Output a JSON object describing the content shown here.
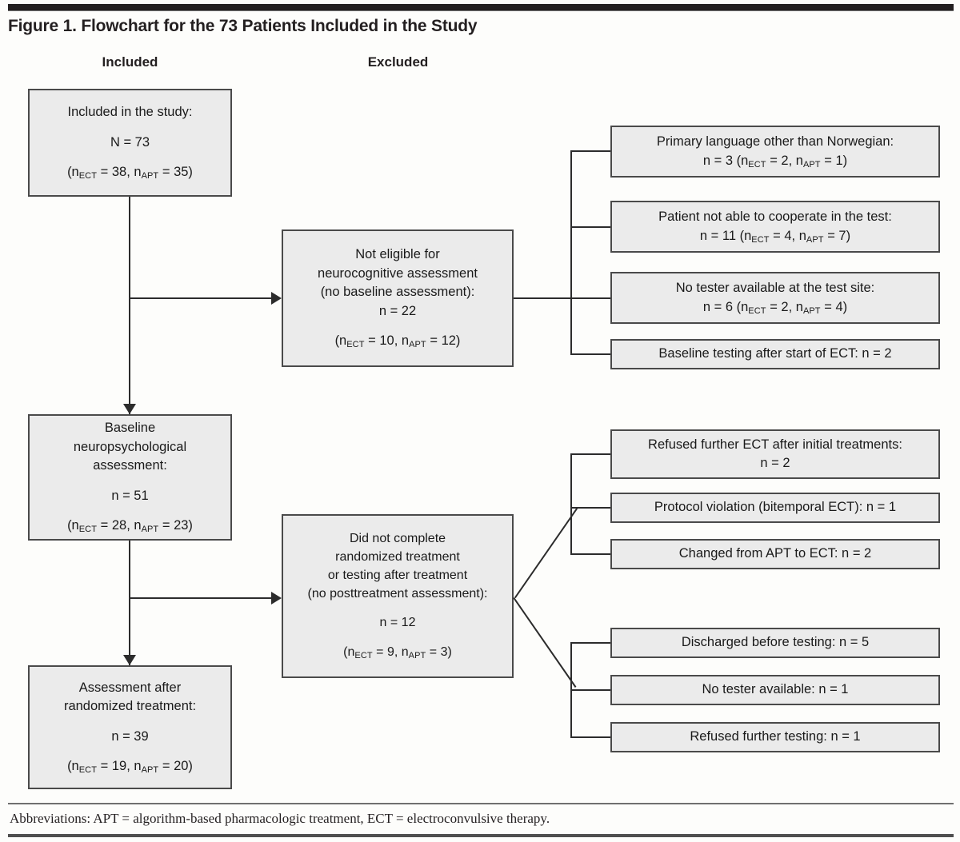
{
  "figure": {
    "title": "Figure 1. Flowchart for the 73 Patients Included in the Study",
    "footnote": "Abbreviations: APT = algorithm-based pharmacologic treatment, ECT = electroconvulsive therapy.",
    "columns": {
      "included": "Included",
      "excluded": "Excluded"
    },
    "colors": {
      "box_fill": "#ebebeb",
      "box_border": "#4a4a4a",
      "line": "#2c2c2c",
      "rule": "#231f20"
    }
  },
  "included": {
    "box1": {
      "line1": "Included in the study:",
      "line2": "N = 73",
      "line3_pre": "(n",
      "line3_sub1": "ECT",
      "line3_mid": " = 38, n",
      "line3_sub2": "APT",
      "line3_end": " = 35)"
    },
    "box2": {
      "line1": "Baseline",
      "line2": "neuropsychological",
      "line3": "assessment:",
      "line4": "n = 51",
      "line5_pre": "(n",
      "line5_sub1": "ECT",
      "line5_mid": " = 28, n",
      "line5_sub2": "APT",
      "line5_end": " = 23)"
    },
    "box3": {
      "line1": "Assessment after",
      "line2": "randomized treatment:",
      "line3": "n = 39",
      "line4_pre": "(n",
      "line4_sub1": "ECT",
      "line4_mid": " = 19, n",
      "line4_sub2": "APT",
      "line4_end": " = 20)"
    }
  },
  "middle": {
    "box1": {
      "line1": "Not eligible for",
      "line2": "neurocognitive assessment",
      "line3": "(no baseline assessment):",
      "line4": "n = 22",
      "line5_pre": "(n",
      "line5_sub1": "ECT",
      "line5_mid": " = 10, n",
      "line5_sub2": "APT",
      "line5_end": " = 12)"
    },
    "box2": {
      "line1": "Did not complete",
      "line2": "randomized treatment",
      "line3": "or testing after treatment",
      "line4": "(no posttreatment assessment):",
      "line5": "n = 12",
      "line6_pre": "(n",
      "line6_sub1": "ECT",
      "line6_mid": " = 9, n",
      "line6_sub2": "APT",
      "line6_end": " = 3)"
    }
  },
  "excluded_top": [
    {
      "line1": "Primary language other than Norwegian:",
      "line2_pre": "n = 3 (n",
      "line2_sub1": "ECT",
      "line2_mid": " = 2, n",
      "line2_sub2": "APT",
      "line2_end": " = 1)"
    },
    {
      "line1": "Patient not able to cooperate in the test:",
      "line2_pre": "n = 11 (n",
      "line2_sub1": "ECT",
      "line2_mid": " = 4, n",
      "line2_sub2": "APT",
      "line2_end": " = 7)"
    },
    {
      "line1": "No tester available at the test site:",
      "line2_pre": "n = 6 (n",
      "line2_sub1": "ECT",
      "line2_mid": " = 2, n",
      "line2_sub2": "APT",
      "line2_end": " = 4)"
    },
    {
      "line1": "Baseline testing after start of ECT: n = 2"
    }
  ],
  "excluded_bottom_upper": [
    {
      "line1": "Refused further ECT after initial treatments:",
      "line2": "n = 2"
    },
    {
      "line1": "Protocol violation (bitemporal ECT): n = 1"
    },
    {
      "line1": "Changed from APT to ECT: n = 2"
    }
  ],
  "excluded_bottom_lower": [
    {
      "line1": "Discharged before testing: n = 5"
    },
    {
      "line1": "No tester available: n = 1"
    },
    {
      "line1": "Refused further testing: n = 1"
    }
  ]
}
